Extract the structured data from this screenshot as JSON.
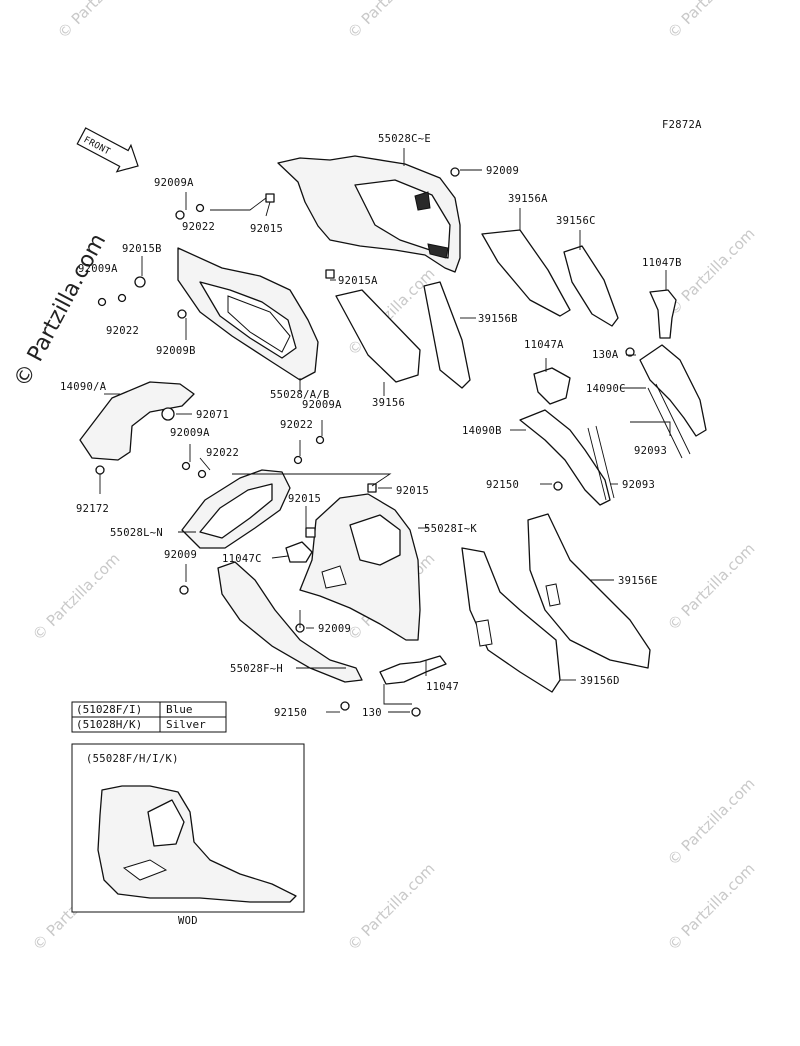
{
  "figure_code": "F2872A",
  "front_label": "FRONT",
  "side_watermark": "© Partzilla.com",
  "watermark_text": "© Partzilla.com",
  "callouts": {
    "p55028CE": "55028C~E",
    "p92009_top": "92009",
    "p39156A": "39156A",
    "p39156C": "39156C",
    "p11047B": "11047B",
    "p92009A_1": "92009A",
    "p92022_1": "92022",
    "p92015_1": "92015",
    "p92015B": "92015B",
    "p92009A_2": "92009A",
    "p92022_2": "92022",
    "p92009B": "92009B",
    "p92015A": "92015A",
    "p39156B": "39156B",
    "p39156": "39156",
    "p55028AB": "55028/A/B",
    "p11047A": "11047A",
    "p130A": "130A",
    "p14090C": "14090C",
    "p14090A": "14090/A",
    "p92071": "92071",
    "p92009A_3": "92009A",
    "p92009A_4": "92009A",
    "p92022_3": "92022",
    "p92022_4": "92022",
    "p14090B": "14090B",
    "p92093_1": "92093",
    "p92172": "92172",
    "p92015_2": "92015",
    "p92015_3": "92015",
    "p92150_1": "92150",
    "p92093_2": "92093",
    "p55028LN": "55028L~N",
    "p55028IK": "55028I~K",
    "p92009_2": "92009",
    "p11047C": "11047C",
    "p39156E": "39156E",
    "p92009_3": "92009",
    "p55028FH": "55028F~H",
    "p11047": "11047",
    "p39156D": "39156D",
    "p92150_2": "92150",
    "p130": "130"
  },
  "color_table": {
    "rows": [
      {
        "part": "(51028F/I)",
        "color": "Blue"
      },
      {
        "part": "(51028H/K)",
        "color": "Silver"
      }
    ]
  },
  "inset": {
    "title": "(55028F/H/I/K)",
    "caption": "WOD"
  }
}
